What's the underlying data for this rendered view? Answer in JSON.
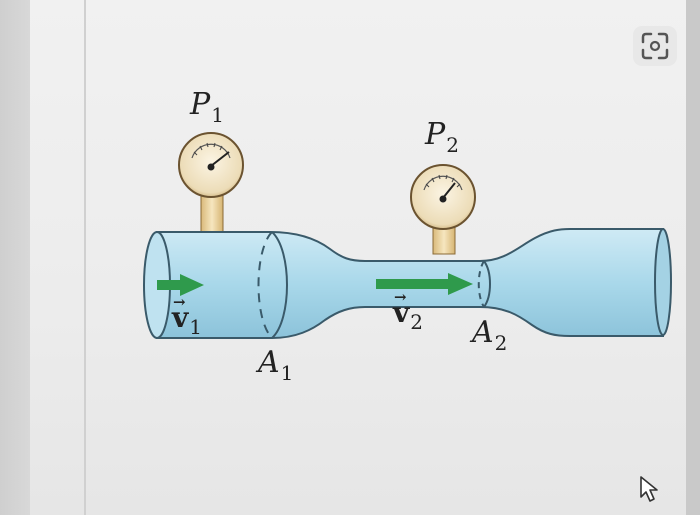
{
  "labels": {
    "p1_letter": "P",
    "p1_sub": "1",
    "p2_letter": "P",
    "p2_sub": "2",
    "a1_letter": "A",
    "a1_sub": "1",
    "a2_letter": "A",
    "a2_sub": "2",
    "v1_letter": "v",
    "v1_sub": "1",
    "v2_letter": "v",
    "v2_sub": "2",
    "vector_arrow": "→"
  },
  "icons": {
    "scan": "scan-text-icon",
    "cursor": "mouse-pointer-icon"
  },
  "colors": {
    "pipe_fill": "#a9d8ea",
    "pipe_outline": "#3a5a6a",
    "arrow": "#2f9a4c",
    "gauge_face": "#f2e6c9",
    "stem": "#f0d9a6"
  }
}
